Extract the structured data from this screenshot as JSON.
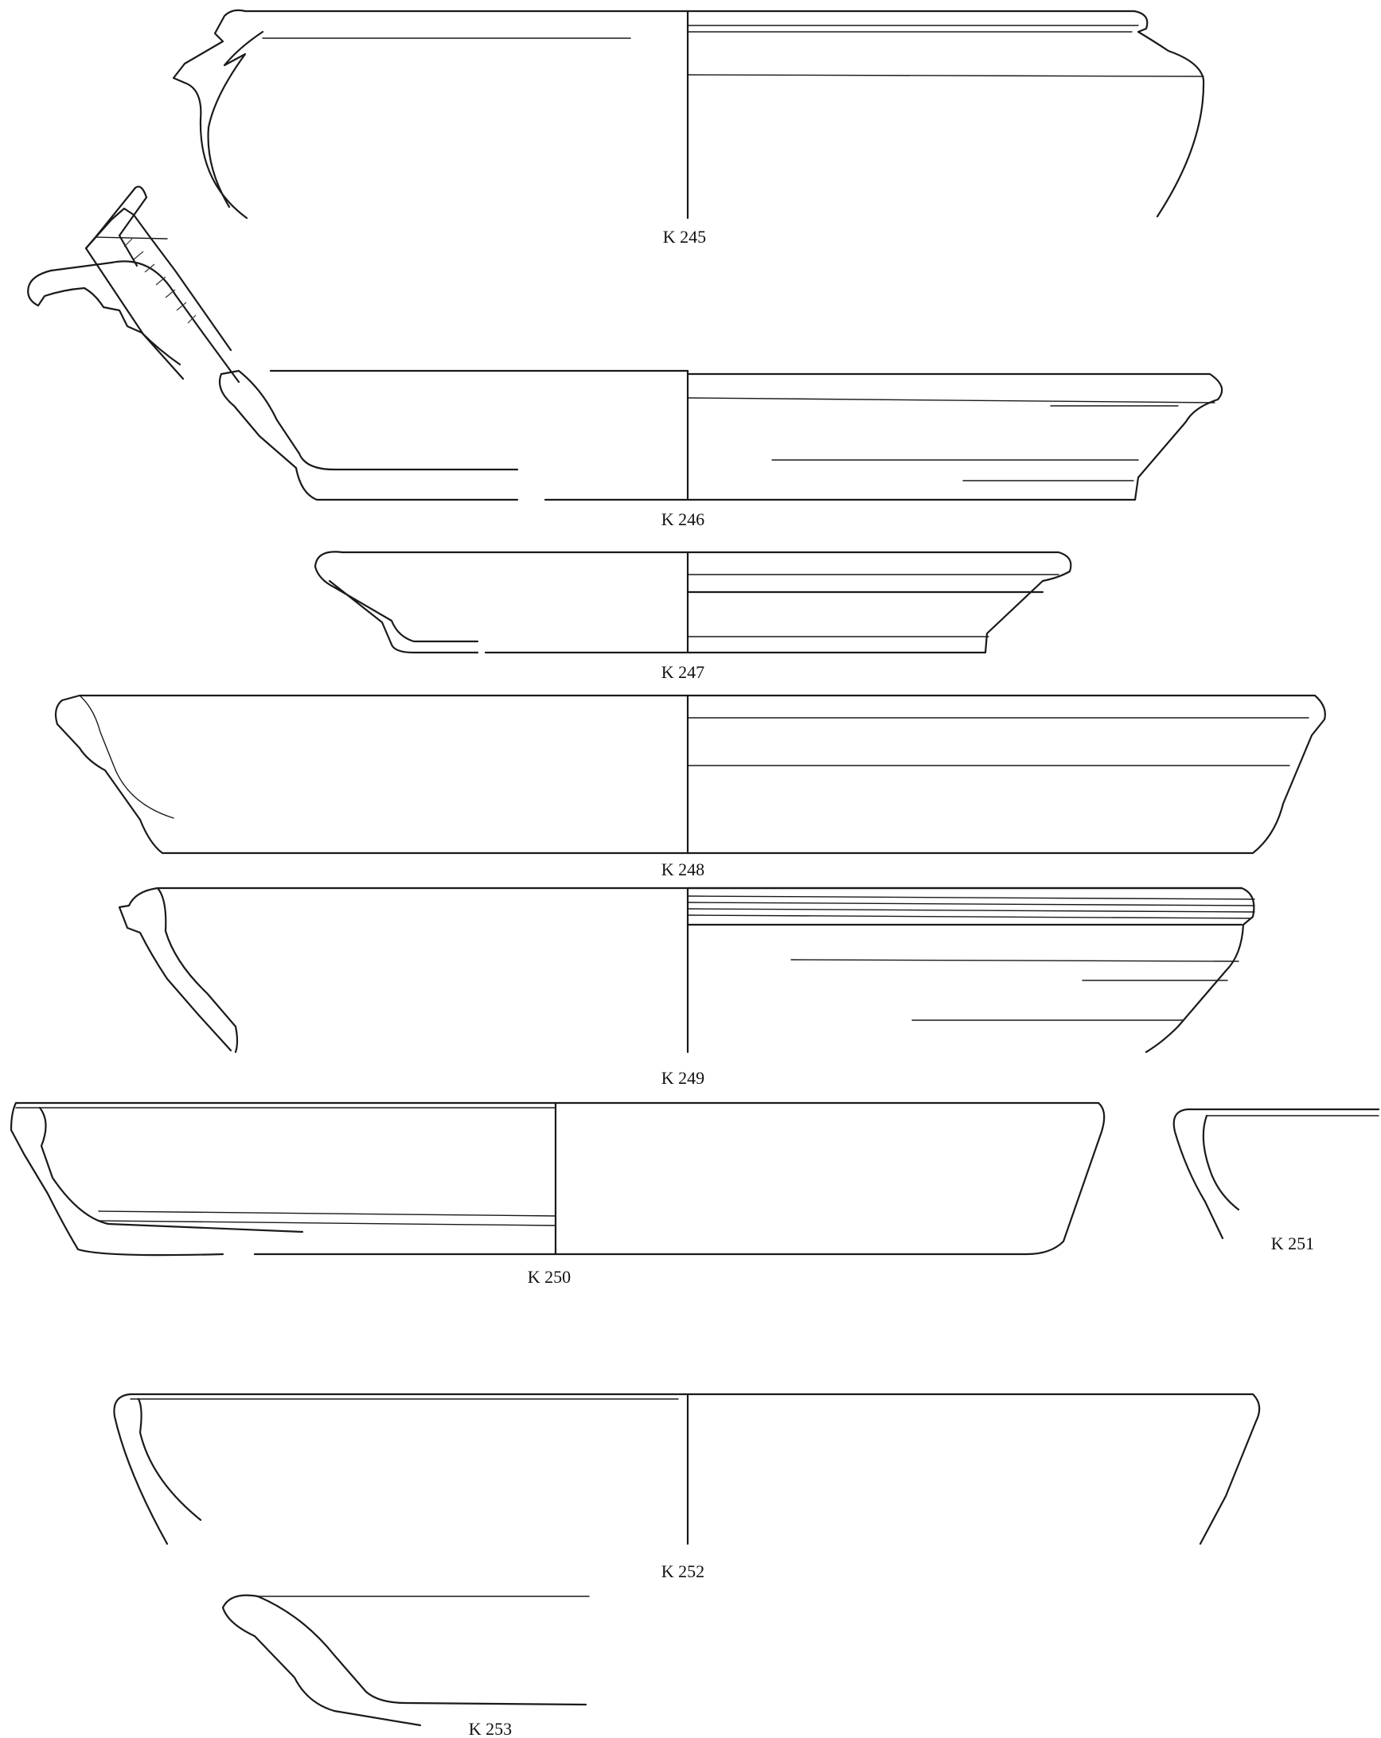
{
  "figures": [
    {
      "id": "k245",
      "label": "K 245"
    },
    {
      "id": "k246",
      "label": "K 246"
    },
    {
      "id": "k247",
      "label": "K 247"
    },
    {
      "id": "k248",
      "label": "K 248"
    },
    {
      "id": "k249",
      "label": "K 249"
    },
    {
      "id": "k250",
      "label": "K 250"
    },
    {
      "id": "k251",
      "label": "K 251"
    },
    {
      "id": "k252",
      "label": "K 252"
    },
    {
      "id": "k253",
      "label": "K 253"
    }
  ]
}
